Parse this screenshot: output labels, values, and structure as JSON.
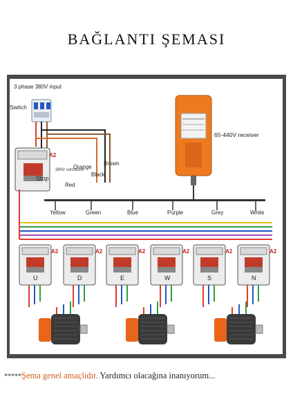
{
  "title": "BAĞLANTI ŞEMASI",
  "labels": {
    "input": "3 phase 380V input",
    "switch": "Switch",
    "receiver": "65-440V receiver",
    "stop": "Stop",
    "connector": "380V connector",
    "orange": "Orange",
    "red": "Red",
    "brown": "Brown",
    "black": "Black",
    "a2": "A2"
  },
  "bus_wires": [
    {
      "label": "Yellow",
      "color": "#e6c21a"
    },
    {
      "label": "Green",
      "color": "#2e9e3e"
    },
    {
      "label": "Blue",
      "color": "#2457c5"
    },
    {
      "label": "Purple",
      "color": "#a64dbf"
    },
    {
      "label": "Grey",
      "color": "#8c8c8c"
    },
    {
      "label": "White",
      "color": "#d8d8d8"
    }
  ],
  "contactors": [
    "U",
    "D",
    "E",
    "W",
    "S",
    "N"
  ],
  "motors": 3,
  "footer": {
    "stars": "*****",
    "highlight": "Şema genel amaçlıdır.",
    "rest": " Yardımcı olacağına inanıyorum..."
  }
}
